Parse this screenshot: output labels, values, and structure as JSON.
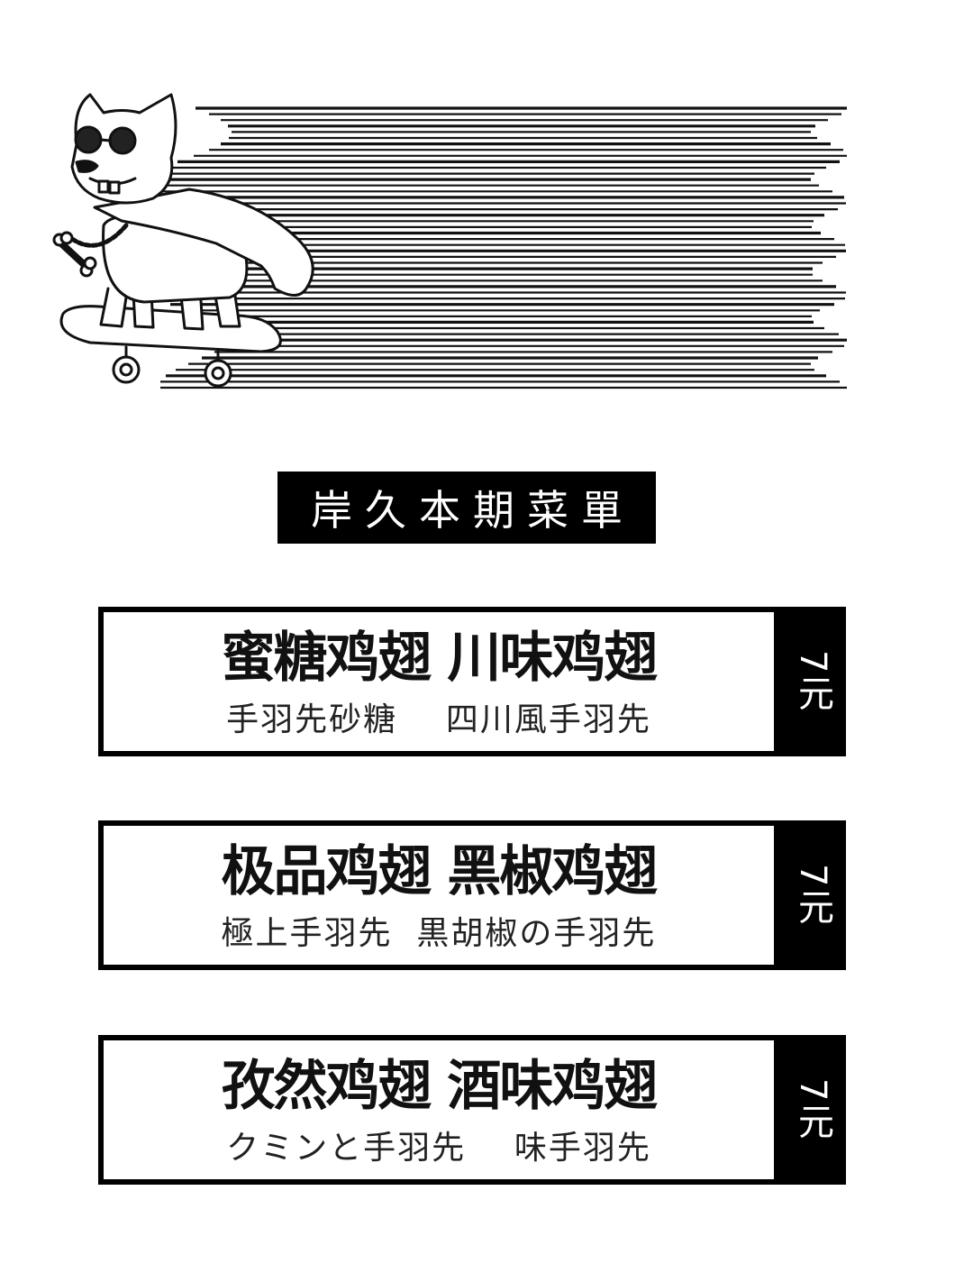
{
  "menu_title": "岸久本期菜單",
  "illustration": {
    "subject": "dog-on-skateboard-icon",
    "line_color": "#111111"
  },
  "colors": {
    "ink": "#000000",
    "paper": "#ffffff"
  },
  "items": [
    {
      "names": "蜜糖鸡翅 川味鸡翅",
      "subtitle": "手羽先砂糖    四川風手羽先",
      "price": "7元"
    },
    {
      "names": "极品鸡翅 黑椒鸡翅",
      "subtitle": "極上手羽先  黒胡椒の手羽先",
      "price": "7元"
    },
    {
      "names": "孜然鸡翅 酒味鸡翅",
      "subtitle": "クミンと手羽先    味手羽先",
      "price": "7元"
    }
  ]
}
